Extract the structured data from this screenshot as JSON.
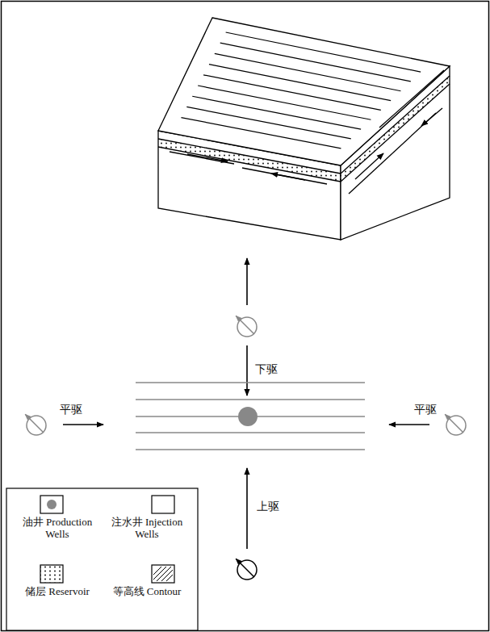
{
  "diagram": {
    "labels": [
      "下驱",
      "平驱",
      "平驱",
      "上驱"
    ],
    "legend": [
      {
        "text": "油井 Production Wells"
      },
      {
        "text": "注水井 Injection Wells"
      },
      {
        "text": "储层 Reservoir"
      },
      {
        "text": "等高线 Contour"
      }
    ]
  }
}
